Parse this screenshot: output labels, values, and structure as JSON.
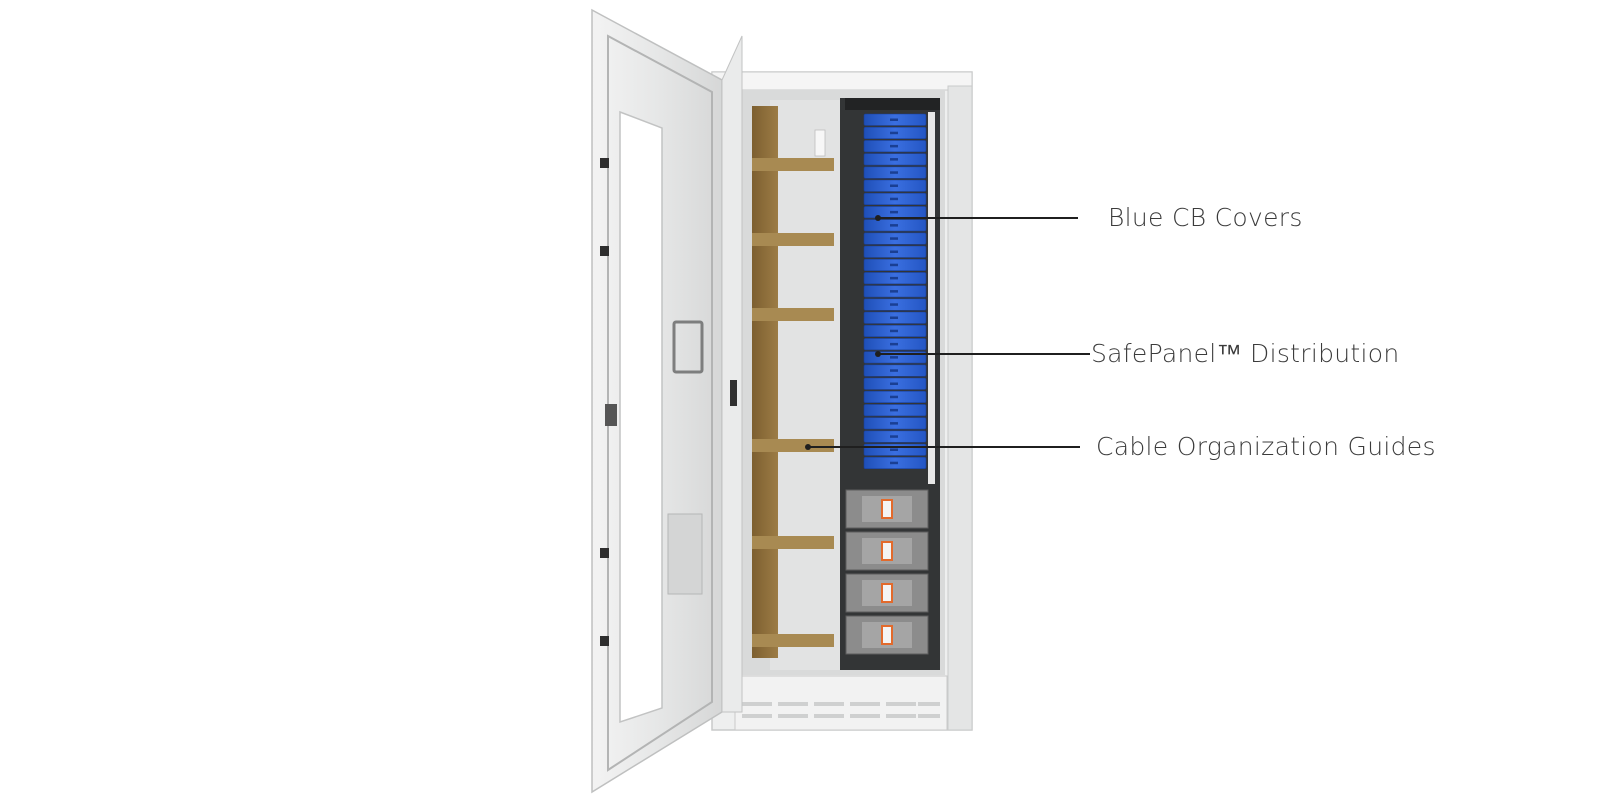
{
  "callouts": [
    {
      "id": "blue-cb-covers",
      "label": "Blue CB Covers"
    },
    {
      "id": "safepanel-distribution",
      "label": "SafePanel™ Distribution"
    },
    {
      "id": "cable-organization-guides",
      "label": "Cable Organization Guides"
    }
  ],
  "colors": {
    "background": "#ffffff",
    "cabinet_frame": "#e9eaea",
    "cabinet_interior": "#dcdddd",
    "mounting_board": "#8f6f3b",
    "cable_guide": "#a88a52",
    "cb_cover": "#2f63cf",
    "breaker_body": "#8c8c8c",
    "breaker_handle": "#e26a2c",
    "leader_line": "#1f1f1f",
    "label_text": "#3b3b3b"
  }
}
